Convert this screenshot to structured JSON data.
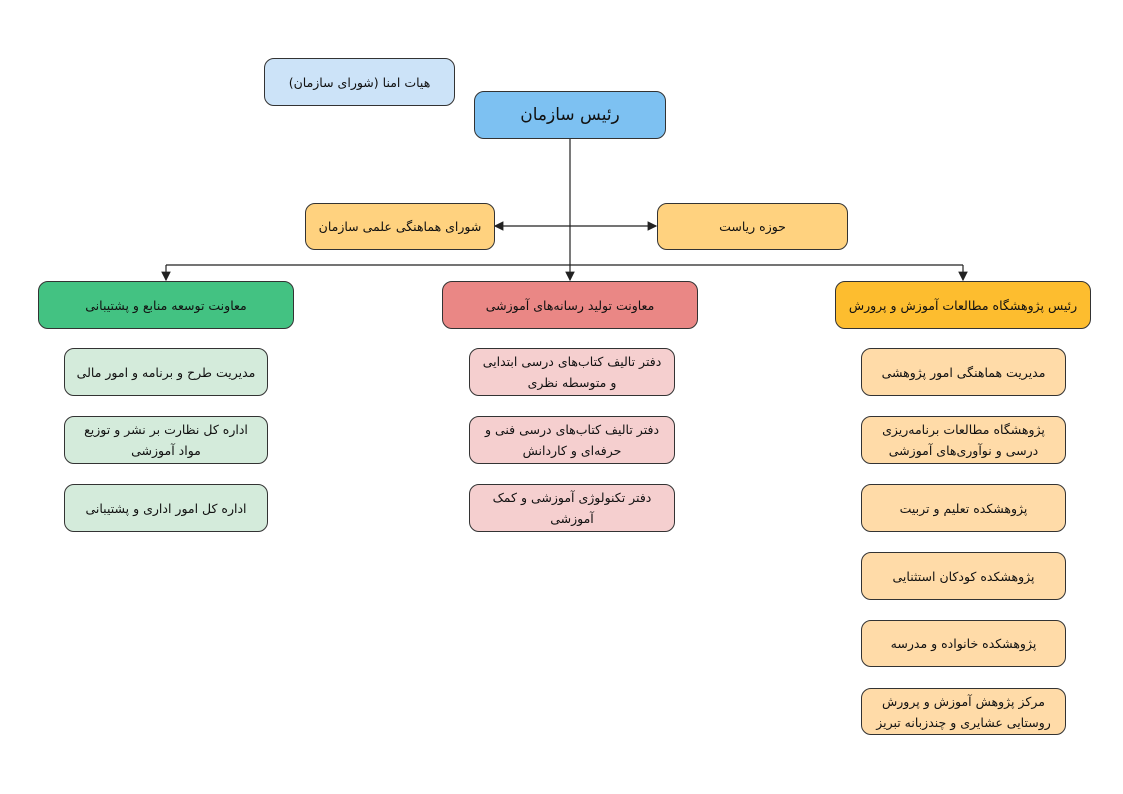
{
  "board": "هیات امنا (شورای سازمان)",
  "head": "رئیس سازمان",
  "staff": {
    "council": "شورای هماهنگی علمی سازمان",
    "presidency": "حوزه ریاست"
  },
  "departments": {
    "resources": {
      "title": "معاونت توسعه منابع و پشتیبانی",
      "children": [
        "مدیریت طرح و برنامه و امور مالی",
        "اداره کل نظارت بر نشر و توزیع مواد آموزشی",
        "اداره کل امور اداری و پشتیبانی"
      ]
    },
    "media": {
      "title": "معاونت تولید رسانه‌های آموزشی",
      "children": [
        "دفتر تالیف کتاب‌های درسی ابتدایی و متوسطه نظری",
        "دفتر تالیف کتاب‌های درسی فنی و حرفه‌ای و کاردانش",
        "دفتر تکنولوژی آموزشی و کمک آموزشی"
      ]
    },
    "research": {
      "title": "رئیس پژوهشگاه مطالعات آموزش و پرورش",
      "children": [
        "مدیریت هماهنگی امور پژوهشی",
        "پژوهشگاه مطالعات برنامه‌ریزی درسی و نوآوری‌های آموزشی",
        "پژوهشکده تعلیم و تربیت",
        "پژوهشکده کودکان استثنایی",
        "پژوهشکده خانواده  و مدرسه",
        "مرکز پژوهش آموزش و پرورش روستایی عشایری و چندزبانه تبریز"
      ]
    }
  }
}
